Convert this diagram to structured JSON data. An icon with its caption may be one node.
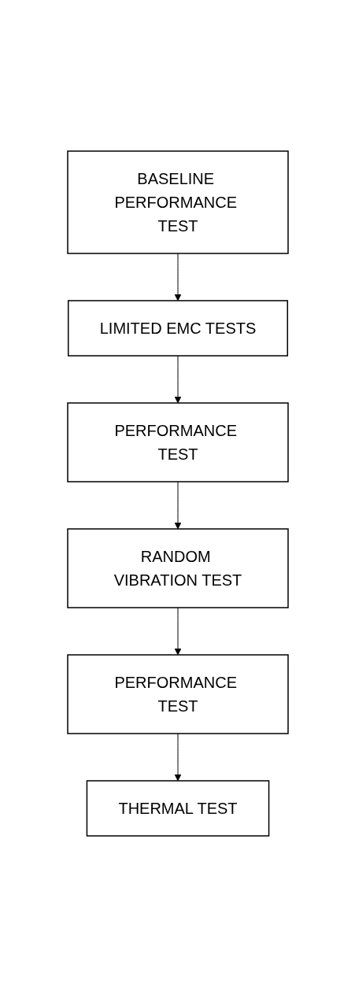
{
  "diagram": {
    "nodes": [
      {
        "text": [
          "BASELINE PERFORMANCE TEST"
        ]
      },
      {
        "text": [
          "LIMITED EMC TESTS"
        ]
      },
      {
        "text": [
          "PERFORMANCE TEST"
        ]
      },
      {
        "text": [
          "RANDOM VIBRATION TEST"
        ]
      },
      {
        "text": [
          "PERFORMANCE TEST"
        ]
      },
      {
        "text": [
          "THERMAL TEST"
        ]
      }
    ],
    "edges": [
      {
        "from": 0,
        "to": 1,
        "arrow": "to"
      },
      {
        "from": 1,
        "to": 2,
        "arrow": "to"
      },
      {
        "from": 2,
        "to": 3,
        "arrow": "to"
      },
      {
        "from": 3,
        "to": 4,
        "arrow": "to"
      },
      {
        "from": 4,
        "to": 5,
        "arrow": "to"
      }
    ]
  }
}
